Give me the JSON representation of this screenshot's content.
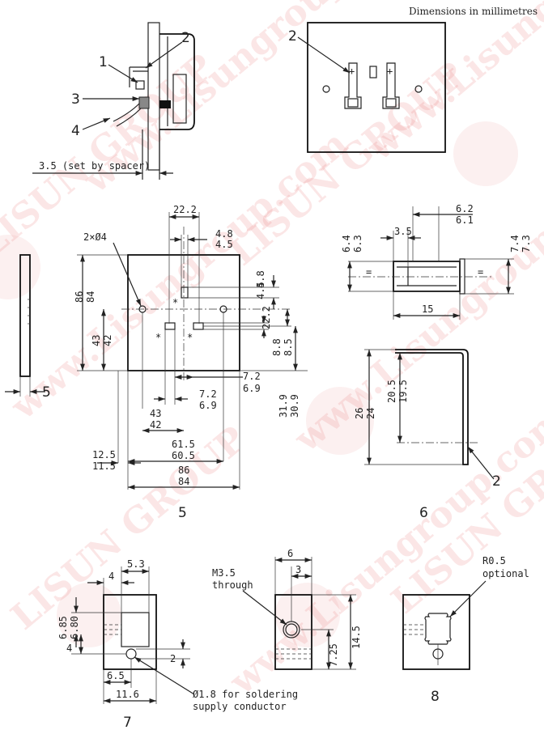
{
  "header": "Dimensions in millimetres",
  "fig_top_left": {
    "callouts": [
      "1",
      "2",
      "3",
      "4"
    ],
    "spacer_dim": "3.5 (set by spacer)"
  },
  "fig_top_right": {
    "callout": "2",
    "plus_sign": "+"
  },
  "fig5": {
    "label": "5",
    "side_label": "5",
    "holes_label": "2×Ø4",
    "star": "*",
    "dims": {
      "d22_2_top": "22.2",
      "d4_8_top": "4.8",
      "d4_5_top": "4.5",
      "d4_8_r": "4.8",
      "d4_5_r": "4.5",
      "d22_2_r": "22.2",
      "d8_8": "8.8",
      "d8_5": "8.5",
      "d86_l": "86",
      "d84_l": "84",
      "d43_l": "43",
      "d42_l": "42",
      "d7_2_r": "7.2",
      "d6_9_r": "6.9",
      "d7_2_b": "7.2",
      "d6_9_b": "6.9",
      "d31_9": "31.9",
      "d30_9": "30.9",
      "d43_b": "43",
      "d42_b": "42",
      "d61_5": "61.5",
      "d60_5": "60.5",
      "d12_5": "12.5",
      "d11_5": "11.5",
      "d86_b": "86",
      "d84_b": "84"
    }
  },
  "fig6": {
    "label": "6",
    "callout": "2",
    "dims": {
      "d6_2": "6.2",
      "d6_1": "6.1",
      "d6_4": "6.4",
      "d6_3": "6.3",
      "d3_5": "3.5",
      "d7_4": "7.4",
      "d7_3": "7.3",
      "d15": "15",
      "d26": "26",
      "d24": "24",
      "d20_5": "20.5",
      "d19_5": "19.5",
      "eq": "="
    }
  },
  "fig7": {
    "label": "7",
    "note": [
      "Ø1.8 for soldering",
      "supply conductor"
    ],
    "dims": {
      "d5_3": "5.3",
      "d4_top": "4",
      "d6_85": "6.85",
      "d6_80": "6.80",
      "d4_left": "4",
      "d2": "2",
      "d6_5": "6.5",
      "d11_6": "11.6"
    }
  },
  "fig_mid": {
    "note": [
      "M3.5",
      "through"
    ],
    "dims": {
      "d6": "6",
      "d3": "3",
      "d7_25": "7.25",
      "d14_5": "14.5"
    }
  },
  "fig8": {
    "label": "8",
    "note": [
      "R0.5",
      "optional"
    ]
  },
  "watermarks": [
    "LISUN GROUP",
    "www.Lisungroup.com"
  ]
}
